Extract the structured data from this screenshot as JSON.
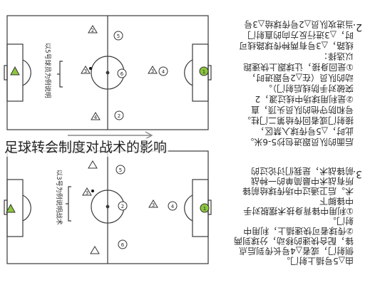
{
  "caption": "足球转会制度对战术的影响",
  "section_2": {
    "number": "2.",
    "lines": [
      "当进攻队员△2号传球给△3号",
      "时，△3进行反方向的直射门",
      "线路，△3号有两种传球路线可",
      "以选择：",
      "①是回身接，让球跟上快速跑",
      "动的队员（在△2号跟进时，",
      "突破对手防线后射门）。",
      "②是利用球场中线过渡，2",
      "号和防守他的队员头顶，直",
      "接射门或者回传给第二门柱。",
      "此时，△5号传球入禁区，",
      "后面的队员跟进包抄5-6米。"
    ]
  },
  "section_3": {
    "number": "3.",
    "lines": [
      "前锋战术，是我们讨论过的",
      "所有战术中最简单的一种战",
      "术。后卫通过中场传球给前锋",
      "中锋脚下",
      "①利用中锋背身技术摆脱对手",
      "射门。",
      "②传球者可快速插上，利用中",
      "锋，配合快速的移动，分球到两",
      "侧射门，或者△4号长传到后点",
      "由△5号插上射门。"
    ]
  },
  "diagram_top": {
    "annotation": "以5号球员为例说明",
    "player_labels": [
      "2",
      "3",
      "4",
      "5",
      "6",
      "2",
      "3",
      "4",
      "1"
    ]
  },
  "diagram_bottom": {
    "annotation": "以3号为例说明战术",
    "player_labels": [
      "3",
      "5",
      "6",
      "2",
      "3",
      "4",
      "1"
    ]
  },
  "colors": {
    "field_line": "#3a3a3a",
    "keeper_fill": "#8dc63f",
    "player_fill": "#ffffff",
    "text": "#2b2b2b",
    "caption_bg": "#ffffff"
  }
}
